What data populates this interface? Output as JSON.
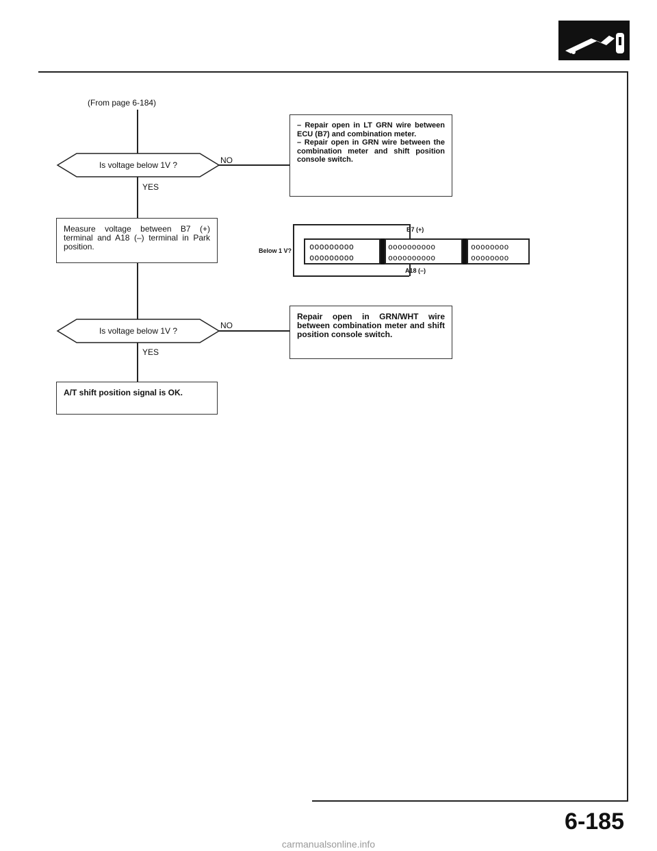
{
  "header": {
    "icon": "fuel-pump-icon"
  },
  "from_page": "(From page 6-184)",
  "step1": {
    "question": "Is voltage below 1V ?",
    "no_label": "NO",
    "yes_label": "YES",
    "no_action_line1": "– Repair open in LT GRN wire between ECU (B7) and combination meter.",
    "no_action_line2": "– Repair open in GRN wire between the combination meter and shift position console switch."
  },
  "measure": {
    "text": "Measure voltage between B7 (+) terminal and A18 (–) terminal in Park position."
  },
  "connector": {
    "b7_label": "B7 (+)",
    "a18_label": "A18 (–)",
    "below_label": "Below 1 V?",
    "row_a": "ooooooooo",
    "row_b": "oooooooooo",
    "row_c": "oooooooo"
  },
  "step2": {
    "question": "Is voltage below 1V ?",
    "no_label": "NO",
    "yes_label": "YES",
    "no_action": "Repair open in GRN/WHT wire between combination meter and shift position console switch."
  },
  "result": {
    "text": "A/T shift position signal is OK."
  },
  "footer": {
    "page_number": "6-185",
    "watermark": "carmanualsonline.info"
  }
}
